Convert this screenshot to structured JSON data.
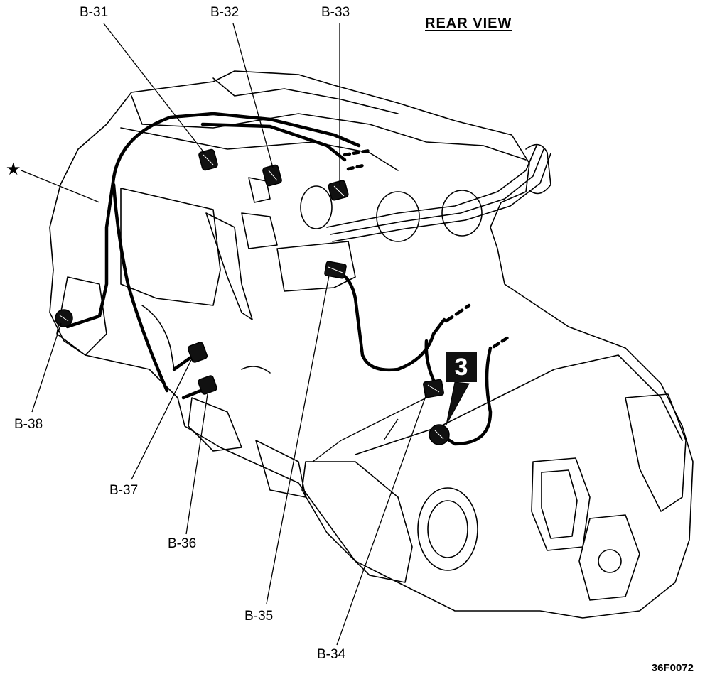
{
  "title": "REAR  VIEW",
  "figure_code": "36F0072",
  "star_symbol": "★",
  "badge": "3",
  "connectors": {
    "b31": "B-31",
    "b32": "B-32",
    "b33": "B-33",
    "b34": "B-34",
    "b35": "B-35",
    "b36": "B-36",
    "b37": "B-37",
    "b38": "B-38"
  }
}
